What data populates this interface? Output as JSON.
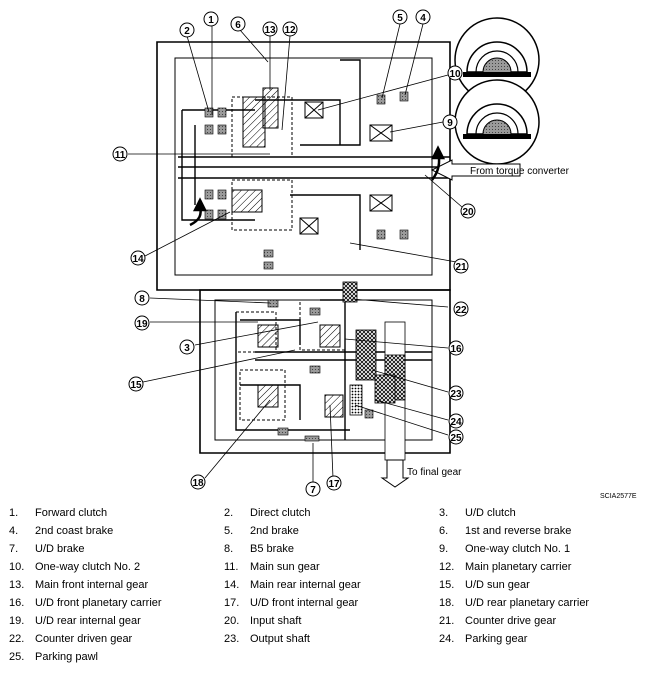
{
  "diagram": {
    "code": "SCIA2577E",
    "label_torque": "From torque converter",
    "label_final": "To final gear",
    "callouts": [
      "1",
      "2",
      "3",
      "4",
      "5",
      "6",
      "7",
      "8",
      "9",
      "10",
      "11",
      "12",
      "13",
      "14",
      "15",
      "16",
      "17",
      "18",
      "19",
      "20",
      "21",
      "22",
      "23",
      "24",
      "25"
    ]
  },
  "legend": {
    "items": [
      {
        "num": "1.",
        "text": "Forward clutch"
      },
      {
        "num": "2.",
        "text": "Direct clutch"
      },
      {
        "num": "3.",
        "text": "U/D clutch"
      },
      {
        "num": "4.",
        "text": "2nd coast brake"
      },
      {
        "num": "5.",
        "text": "2nd brake"
      },
      {
        "num": "6.",
        "text": "1st and reverse brake"
      },
      {
        "num": "7.",
        "text": "U/D brake"
      },
      {
        "num": "8.",
        "text": "B5 brake"
      },
      {
        "num": "9.",
        "text": "One-way clutch No. 1"
      },
      {
        "num": "10.",
        "text": "One-way clutch No. 2"
      },
      {
        "num": "11.",
        "text": "Main sun gear"
      },
      {
        "num": "12.",
        "text": "Main planetary carrier"
      },
      {
        "num": "13.",
        "text": "Main front internal gear"
      },
      {
        "num": "14.",
        "text": "Main rear internal gear"
      },
      {
        "num": "15.",
        "text": "U/D sun gear"
      },
      {
        "num": "16.",
        "text": "U/D front planetary carrier"
      },
      {
        "num": "17.",
        "text": "U/D front internal gear"
      },
      {
        "num": "18.",
        "text": "U/D rear planetary carrier"
      },
      {
        "num": "19.",
        "text": "U/D rear internal gear"
      },
      {
        "num": "20.",
        "text": "Input shaft"
      },
      {
        "num": "21.",
        "text": "Counter drive gear"
      },
      {
        "num": "22.",
        "text": "Counter driven gear"
      },
      {
        "num": "23.",
        "text": "Output shaft"
      },
      {
        "num": "24.",
        "text": "Parking gear"
      },
      {
        "num": "25.",
        "text": "Parking pawl"
      }
    ]
  }
}
